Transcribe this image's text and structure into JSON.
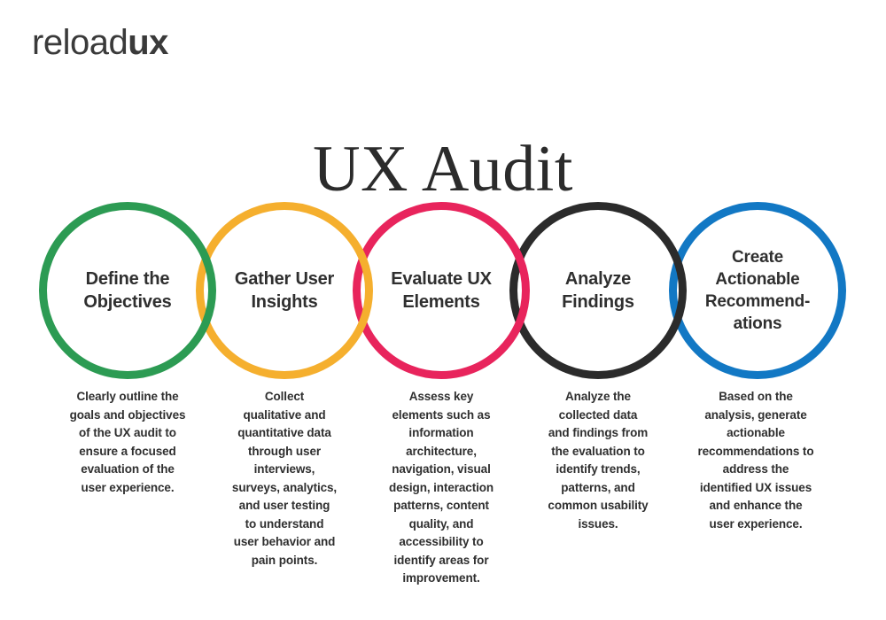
{
  "brand": {
    "logo_light": "reload",
    "logo_bold": "ux"
  },
  "header": {
    "title": "UX Audit"
  },
  "theme": {
    "background": "#ffffff",
    "text": "#2f2f2f",
    "title_color": "#2b2b2b"
  },
  "chart_data": {
    "type": "diagram",
    "title": "UX Audit",
    "layout": "overlapping-circle-process",
    "step_count": 5,
    "steps": [
      {
        "index": 1,
        "label": "Define the\nObjectives",
        "color": "#2c9b53",
        "color_name": "green",
        "description": "Clearly outline the\ngoals and objectives\nof the UX audit to\nensure a focused\nevaluation of the\nuser experience."
      },
      {
        "index": 2,
        "label": "Gather User\nInsights",
        "color": "#f5af2e",
        "color_name": "amber",
        "description": "Collect\nqualitative and\nquantitative data\nthrough user\ninterviews,\nsurveys, analytics,\nand user testing\nto understand\nuser behavior and\npain points."
      },
      {
        "index": 3,
        "label": "Evaluate UX\nElements",
        "color": "#e8245c",
        "color_name": "pink",
        "description": "Assess key\nelements such as\ninformation\narchitecture,\nnavigation, visual\ndesign, interaction\npatterns, content\nquality, and\naccessibility to\nidentify areas for\nimprovement."
      },
      {
        "index": 4,
        "label": "Analyze\nFindings",
        "color": "#2b2b2b",
        "color_name": "black",
        "description": "Analyze the\ncollected data\nand findings from\nthe evaluation to\nidentify trends,\npatterns, and\ncommon usability\nissues."
      },
      {
        "index": 5,
        "label": "Create\nActionable\nRecommend-\nations",
        "color": "#1278c4",
        "color_name": "blue",
        "description": "Based on the\nanalysis, generate\nactionable\nrecommendations to\naddress the\nidentified UX issues\nand enhance the\nuser experience."
      }
    ]
  }
}
